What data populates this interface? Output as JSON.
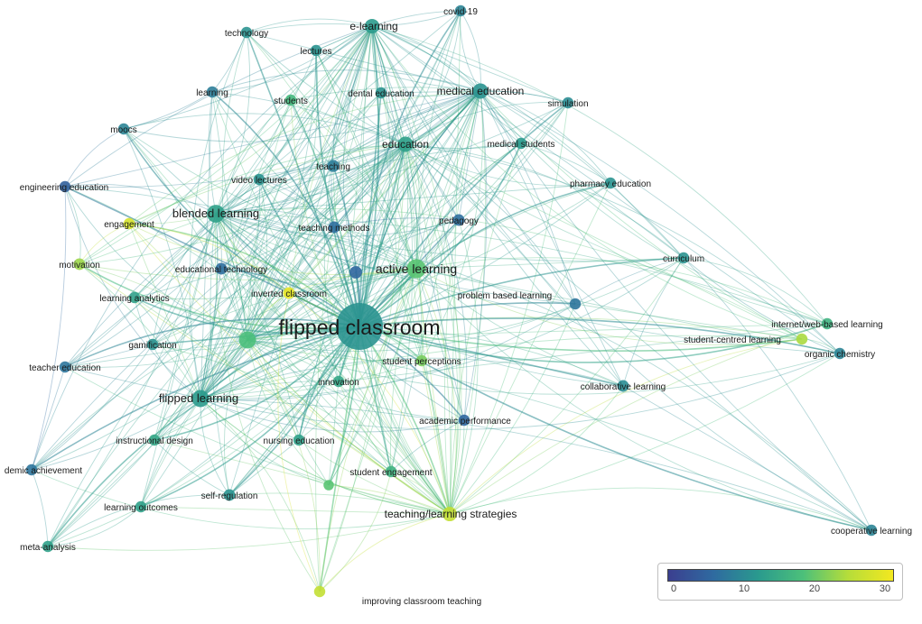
{
  "network": {
    "nodes": [
      {
        "id": "flipped_classroom",
        "label": "flipped classroom",
        "size": 1.0,
        "score": 12
      },
      {
        "id": "active_learning",
        "label": "active learning",
        "size": 0.33,
        "score": 20
      },
      {
        "id": "blended_learning",
        "label": "blended learning",
        "size": 0.3,
        "score": 14
      },
      {
        "id": "flipped_learning",
        "label": "flipped learning",
        "size": 0.28,
        "score": 13
      },
      {
        "id": "education",
        "label": "education",
        "size": 0.24,
        "score": 14
      },
      {
        "id": "medical_education",
        "label": "medical education",
        "size": 0.24,
        "score": 12
      },
      {
        "id": "e_learning",
        "label": "e-learning",
        "size": 0.22,
        "score": 13
      },
      {
        "id": "teaching_learning_strategies",
        "label": "teaching/learning strategies",
        "size": 0.22,
        "score": 27
      },
      {
        "id": "unlabeled_green",
        "label": "",
        "size": 0.28,
        "score": 19
      },
      {
        "id": "technology",
        "label": "technology",
        "size": 0.14,
        "score": 12
      },
      {
        "id": "lectures",
        "label": "lectures",
        "size": 0.14,
        "score": 12
      },
      {
        "id": "covid19",
        "label": "covid-19",
        "size": 0.14,
        "score": 10
      },
      {
        "id": "learning",
        "label": "learning",
        "size": 0.14,
        "score": 9
      },
      {
        "id": "students",
        "label": "students",
        "size": 0.14,
        "score": 18
      },
      {
        "id": "dental_education",
        "label": "dental education",
        "size": 0.14,
        "score": 12
      },
      {
        "id": "simulation",
        "label": "simulation",
        "size": 0.14,
        "score": 11
      },
      {
        "id": "moocs",
        "label": "moocs",
        "size": 0.14,
        "score": 10
      },
      {
        "id": "medical_students",
        "label": "medical students",
        "size": 0.14,
        "score": 13
      },
      {
        "id": "teaching",
        "label": "teaching",
        "size": 0.16,
        "score": 9
      },
      {
        "id": "engineering_education",
        "label": "engineering education",
        "size": 0.14,
        "score": 5
      },
      {
        "id": "video_lectures",
        "label": "video lectures",
        "size": 0.14,
        "score": 12
      },
      {
        "id": "pharmacy_education",
        "label": "pharmacy education",
        "size": 0.14,
        "score": 12
      },
      {
        "id": "engagement",
        "label": "engagement",
        "size": 0.14,
        "score": 29
      },
      {
        "id": "teaching_methods",
        "label": "teaching methods",
        "size": 0.15,
        "score": 7
      },
      {
        "id": "pedagogy",
        "label": "pedagogy",
        "size": 0.15,
        "score": 7
      },
      {
        "id": "curriculum",
        "label": "curriculum",
        "size": 0.14,
        "score": 12
      },
      {
        "id": "motivation",
        "label": "motivation",
        "size": 0.15,
        "score": 24
      },
      {
        "id": "educational_technology",
        "label": "educational technology",
        "size": 0.15,
        "score": 7
      },
      {
        "id": "unlabeled_blue",
        "label": "",
        "size": 0.17,
        "score": 6
      },
      {
        "id": "inverted_classroom",
        "label": "inverted classroom",
        "size": 0.15,
        "score": 31
      },
      {
        "id": "problem_based_learning",
        "label": "problem based learning",
        "size": 0.14,
        "score": 8
      },
      {
        "id": "learning_analytics",
        "label": "learning analytics",
        "size": 0.14,
        "score": 14
      },
      {
        "id": "internet_web_based_learning",
        "label": "internet/web-based learning",
        "size": 0.14,
        "score": 17
      },
      {
        "id": "student_centred_learning",
        "label": "student-centred learning",
        "size": 0.14,
        "score": 25
      },
      {
        "id": "gamification",
        "label": "gamification",
        "size": 0.14,
        "score": 12
      },
      {
        "id": "organic_chemistry",
        "label": "organic chemistry",
        "size": 0.14,
        "score": 10
      },
      {
        "id": "student_perceptions",
        "label": "student perceptions",
        "size": 0.14,
        "score": 22
      },
      {
        "id": "teacher_education",
        "label": "teacher education",
        "size": 0.14,
        "score": 8
      },
      {
        "id": "innovation",
        "label": "innovation",
        "size": 0.14,
        "score": 15
      },
      {
        "id": "collaborative_learning",
        "label": "collaborative learning",
        "size": 0.15,
        "score": 11
      },
      {
        "id": "academic_performance",
        "label": "academic performance",
        "size": 0.14,
        "score": 6
      },
      {
        "id": "instructional_design",
        "label": "instructional design",
        "size": 0.14,
        "score": 15
      },
      {
        "id": "nursing_education",
        "label": "nursing education",
        "size": 0.14,
        "score": 14
      },
      {
        "id": "academic_achievement",
        "label": "demic achievement",
        "size": 0.14,
        "score": 8
      },
      {
        "id": "student_engagement",
        "label": "student engagement",
        "size": 0.14,
        "score": 17
      },
      {
        "id": "self_regulation",
        "label": "self-regulation",
        "size": 0.15,
        "score": 12
      },
      {
        "id": "learning_outcomes",
        "label": "learning outcomes",
        "size": 0.14,
        "score": 14
      },
      {
        "id": "meta_analysis",
        "label": "meta-analysis",
        "size": 0.14,
        "score": 14
      },
      {
        "id": "cooperative_learning",
        "label": "cooperative learning",
        "size": 0.14,
        "score": 10
      },
      {
        "id": "improving_classroom_teaching",
        "label": "improving classroom teaching",
        "size": 0.14,
        "score": 27
      },
      {
        "id": "unlabeled_small_green",
        "label": "",
        "size": 0.12,
        "score": 20
      }
    ]
  },
  "legend": {
    "ticks": [
      "0",
      "10",
      "20",
      "30"
    ],
    "gradient": [
      "#3b3f8f",
      "#2f6aa0",
      "#2a9a8e",
      "#4cc07a",
      "#b6dd3a",
      "#f3e81f"
    ]
  }
}
